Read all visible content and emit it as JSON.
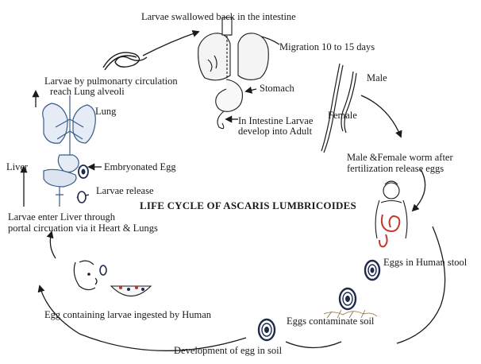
{
  "title": "LIFE CYCLE OF ASCARIS LUMBRICOIDES",
  "labels": {
    "larvae_swallowed": "Larvae swallowed back in the intestine",
    "migration": "Migration 10 to 15 days",
    "pulmonary_line1": "Larvae by pulmonarty circulation",
    "pulmonary_line2": "reach Lung alveoli",
    "stomach": "Stomach",
    "intestine_line1": "In Intestine Larvae",
    "intestine_line2": "develop into Adult",
    "male": "Male",
    "female": "Female",
    "lung": "Lung",
    "fertilization_line1": "Male &Female worm after",
    "fertilization_line2": "fertilization release eggs",
    "liver": "Liver",
    "embryonated_egg": "Embryonated Egg",
    "larvae_release": "Larvae release",
    "liver_entry_line1": "Larvae enter Liver through",
    "liver_entry_line2": "portal circuation  via it Heart & Lungs",
    "eggs_stool": "Eggs in Human stool",
    "ingested": "Egg containing larvae ingested by Human",
    "contaminate": "Eggs contaminate soil",
    "development": "Development of egg in soil"
  },
  "colors": {
    "ink": "#1a1a1a",
    "lung_vessels": "#3a5a8c",
    "intestine": "#c0392b",
    "egg_ring": "#1e2a4a",
    "soil": "#8a6a3a"
  }
}
